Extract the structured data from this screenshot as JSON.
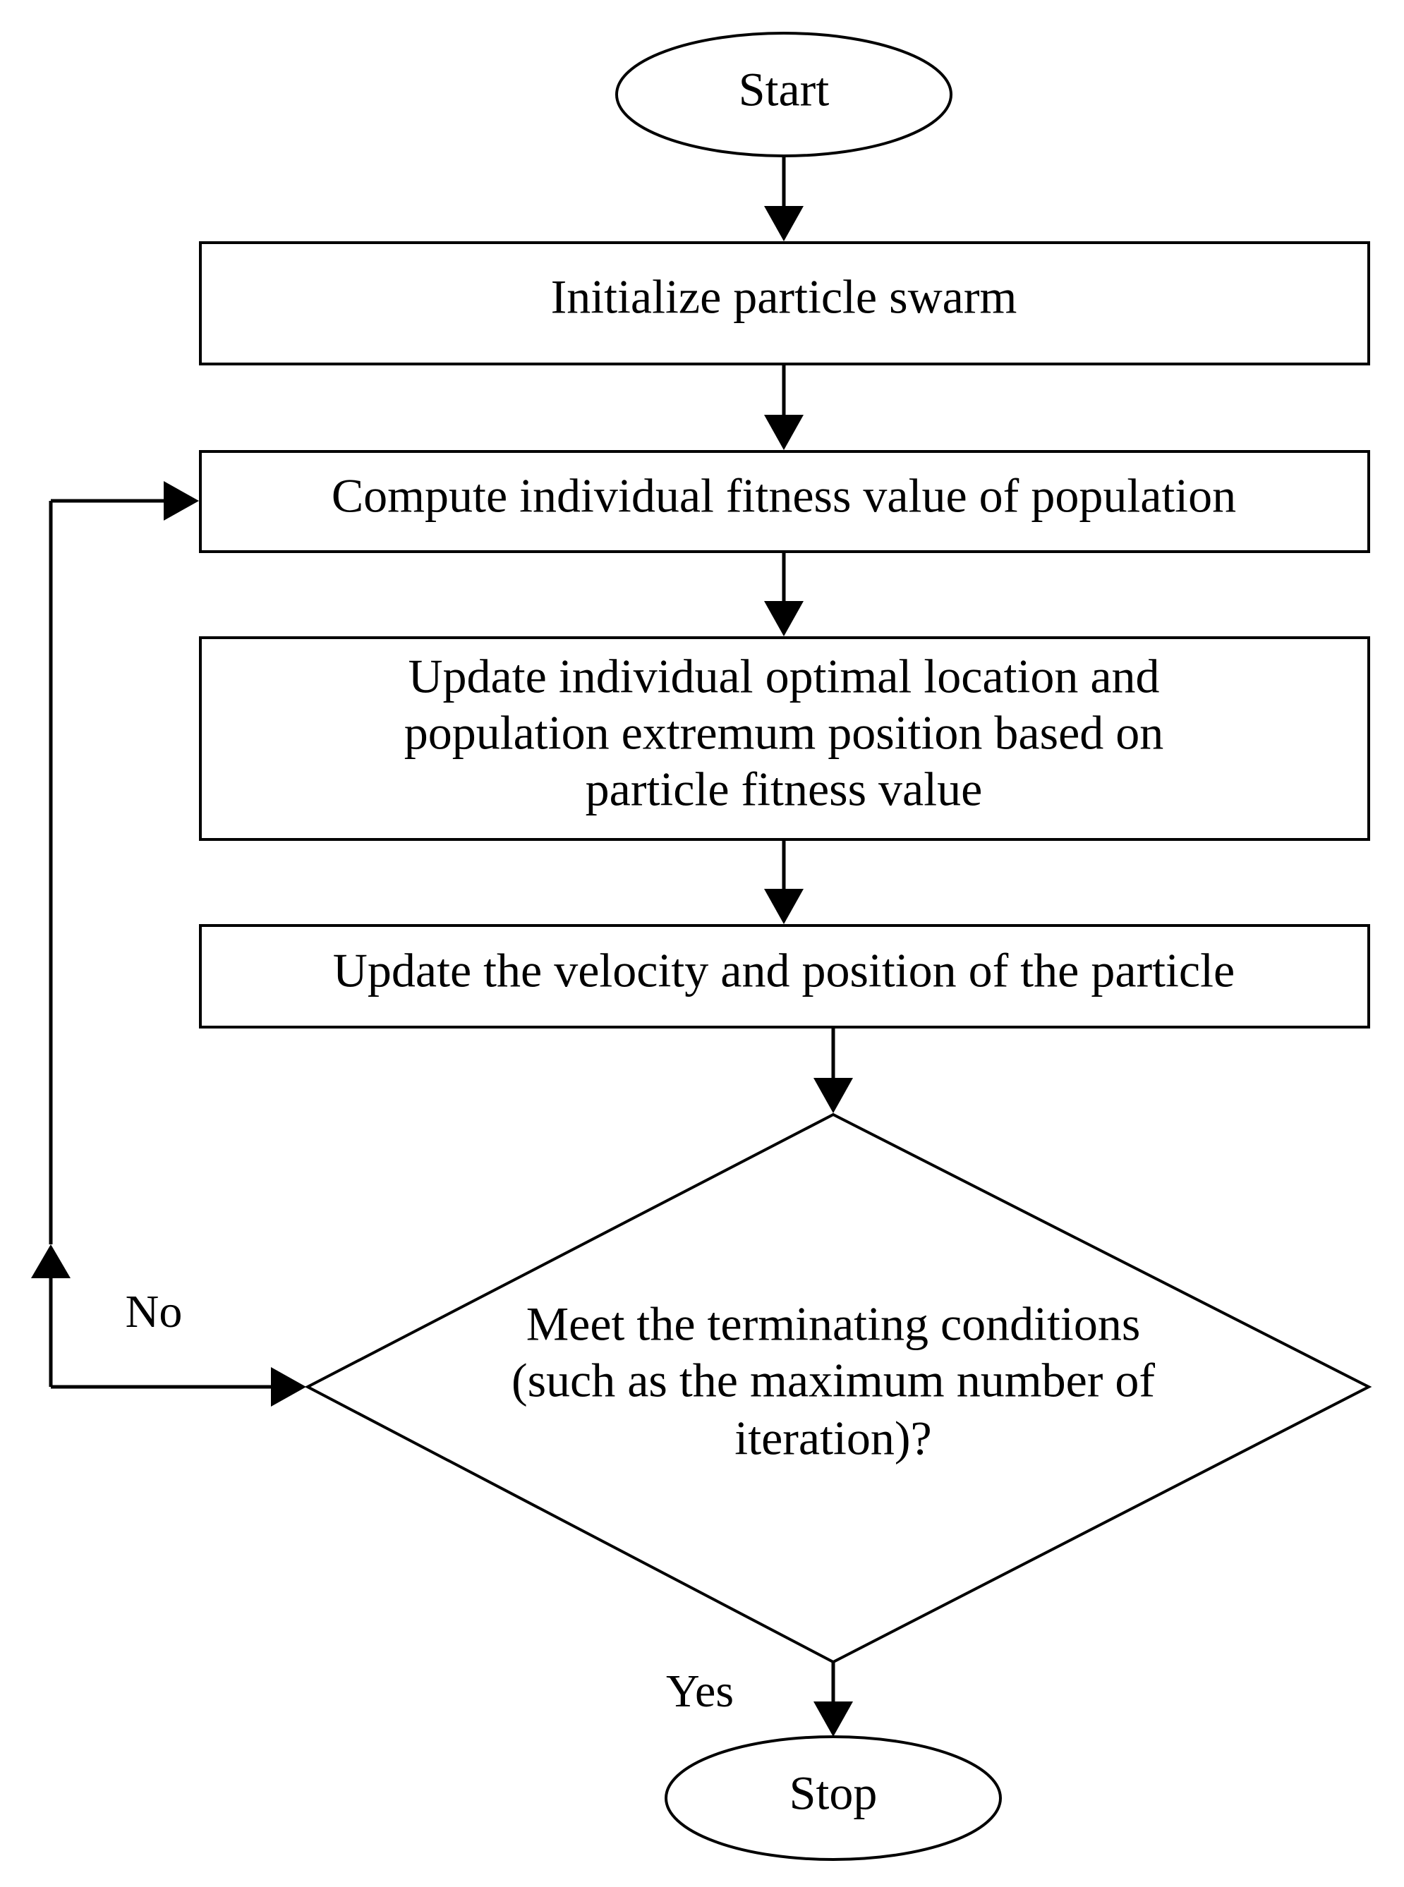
{
  "diagram": {
    "type": "flowchart",
    "nodes": {
      "start": {
        "shape": "terminator",
        "lines": [
          "Start"
        ]
      },
      "init": {
        "shape": "process",
        "lines": [
          "Initialize particle swarm"
        ]
      },
      "fitness": {
        "shape": "process",
        "lines": [
          "Compute individual fitness value of population"
        ]
      },
      "update_optimal": {
        "shape": "process",
        "lines": [
          "Update individual optimal location and",
          "population extremum position based on",
          "particle fitness value"
        ]
      },
      "update_velocity": {
        "shape": "process",
        "lines": [
          "Update the velocity and position of the particle"
        ]
      },
      "decision": {
        "shape": "decision",
        "lines": [
          "Meet the terminating conditions",
          "(such as the maximum number of",
          "iteration)?"
        ]
      },
      "stop": {
        "shape": "terminator",
        "lines": [
          "Stop"
        ]
      }
    },
    "edges": [
      {
        "from": "start",
        "to": "init",
        "label": ""
      },
      {
        "from": "init",
        "to": "fitness",
        "label": ""
      },
      {
        "from": "fitness",
        "to": "update_optimal",
        "label": ""
      },
      {
        "from": "update_optimal",
        "to": "update_velocity",
        "label": ""
      },
      {
        "from": "update_velocity",
        "to": "decision",
        "label": ""
      },
      {
        "from": "decision",
        "to": "fitness",
        "label": "No"
      },
      {
        "from": "decision",
        "to": "stop",
        "label": "Yes"
      }
    ],
    "labels": {
      "no": "No",
      "yes": "Yes"
    },
    "colors": {
      "stroke": "#000000",
      "fill": "#ffffff",
      "text": "#000000"
    }
  }
}
